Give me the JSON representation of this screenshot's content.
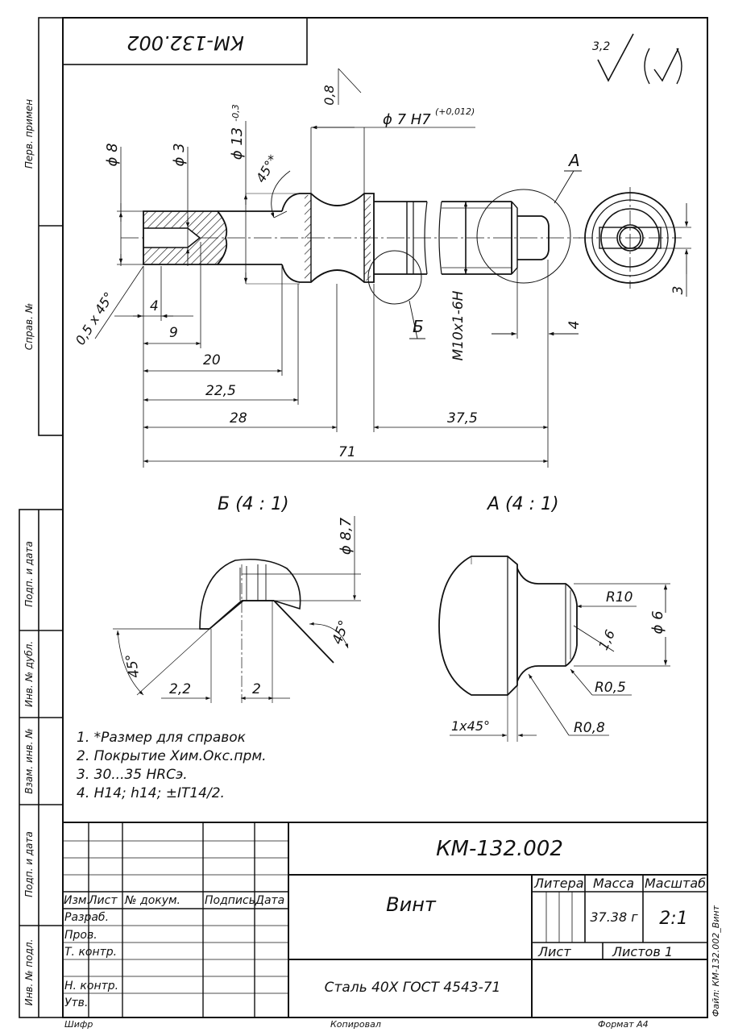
{
  "drawing": {
    "code_rotated": "КМ-132.002",
    "roughness": "3,2",
    "title_code": "КМ-132.002",
    "part_name": "Винт",
    "material": "Сталь 40Х ГОСТ 4543-71",
    "mass": "37.38 г",
    "scale": "2:1"
  },
  "dimensions": {
    "d8": "ϕ 8",
    "d3": "ϕ 3",
    "d13": "ϕ 13",
    "d13_tol": "-0,3",
    "angle45s": "45°*",
    "d08": "0,8",
    "d7": "ϕ 7 H7",
    "d7_tol": "(+0,012)",
    "label_a": "A",
    "label_b": "Б",
    "chamfer": "0,5 x 45°",
    "l4": "4",
    "l9": "9",
    "l20": "20",
    "l225": "22,5",
    "l28": "28",
    "l375": "37,5",
    "l71": "71",
    "thread": "M10x1-6H",
    "r4": "4",
    "slot3": "3"
  },
  "details": {
    "b_title": "Б (4 : 1)",
    "a_title": "А (4 : 1)",
    "d87": "ϕ 8,7",
    "a45": "45°",
    "a45b": "45°",
    "b22": "2,2",
    "b2": "2",
    "r10": "R10",
    "d6": "ϕ 6",
    "r16": "1,6",
    "r05": "R0,5",
    "r08": "R0,8",
    "c1x45": "1x45°"
  },
  "notes": [
    "1.  *Размер для справок",
    "2.  Покрытие Хим.Окс.прм.",
    "3.  30...35 HRCэ.",
    "4.  H14; h14;  ±IT14/2."
  ],
  "side_labels": [
    "Перв. примен",
    "Справ. №",
    "Подп. и дата",
    "Инв. № дубл.",
    "Взам. инв. №",
    "Подп. и дата",
    "Инв. № подл."
  ],
  "title_block": {
    "cols": [
      "Изм.",
      "Лист",
      "№ докум.",
      "Подпись",
      "Дата"
    ],
    "roles": [
      "Разраб.",
      "Пров.",
      "Т. контр.",
      "Н. контр.",
      "Утв."
    ],
    "litera": "Литера",
    "massa": "Масса",
    "masshtab": "Масштаб",
    "list": "Лист",
    "listov": "Листов 1"
  },
  "footer": {
    "shifr": "Шифр",
    "kopiroval": "Копировал",
    "format": "Формат А4",
    "file": "Файл: КМ-132.002_Винт"
  }
}
